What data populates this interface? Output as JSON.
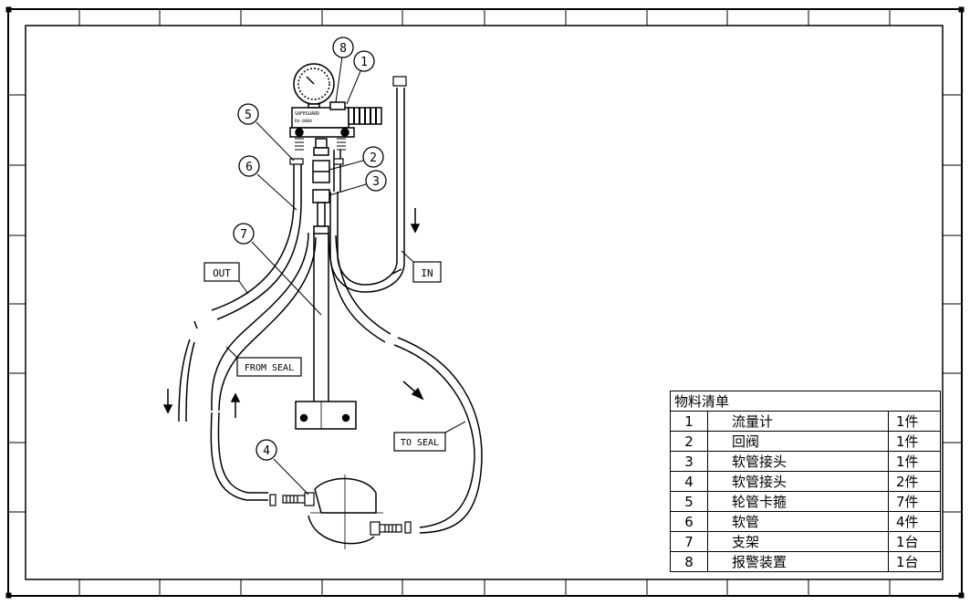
{
  "callouts": [
    "1",
    "2",
    "3",
    "4",
    "5",
    "6",
    "7",
    "8"
  ],
  "labels": {
    "out": "OUT",
    "in": "IN",
    "from_seal": "FROM SEAL",
    "to_seal": "TO SEAL"
  },
  "device_text": {
    "brand": "SAFEGUARD",
    "model": "RA-0000"
  },
  "bom": {
    "title": "物料清单",
    "rows": [
      {
        "no": "1",
        "name": "流量计",
        "qty": "1件"
      },
      {
        "no": "2",
        "name": "回阀",
        "qty": "1件"
      },
      {
        "no": "3",
        "name": "软管接头",
        "qty": "1件"
      },
      {
        "no": "4",
        "name": "软管接头",
        "qty": "2件"
      },
      {
        "no": "5",
        "name": "轮管卡箍",
        "qty": "7件"
      },
      {
        "no": "6",
        "name": "软管",
        "qty": "4件"
      },
      {
        "no": "7",
        "name": "支架",
        "qty": "1台"
      },
      {
        "no": "8",
        "name": "报警装置",
        "qty": "1台"
      }
    ]
  }
}
